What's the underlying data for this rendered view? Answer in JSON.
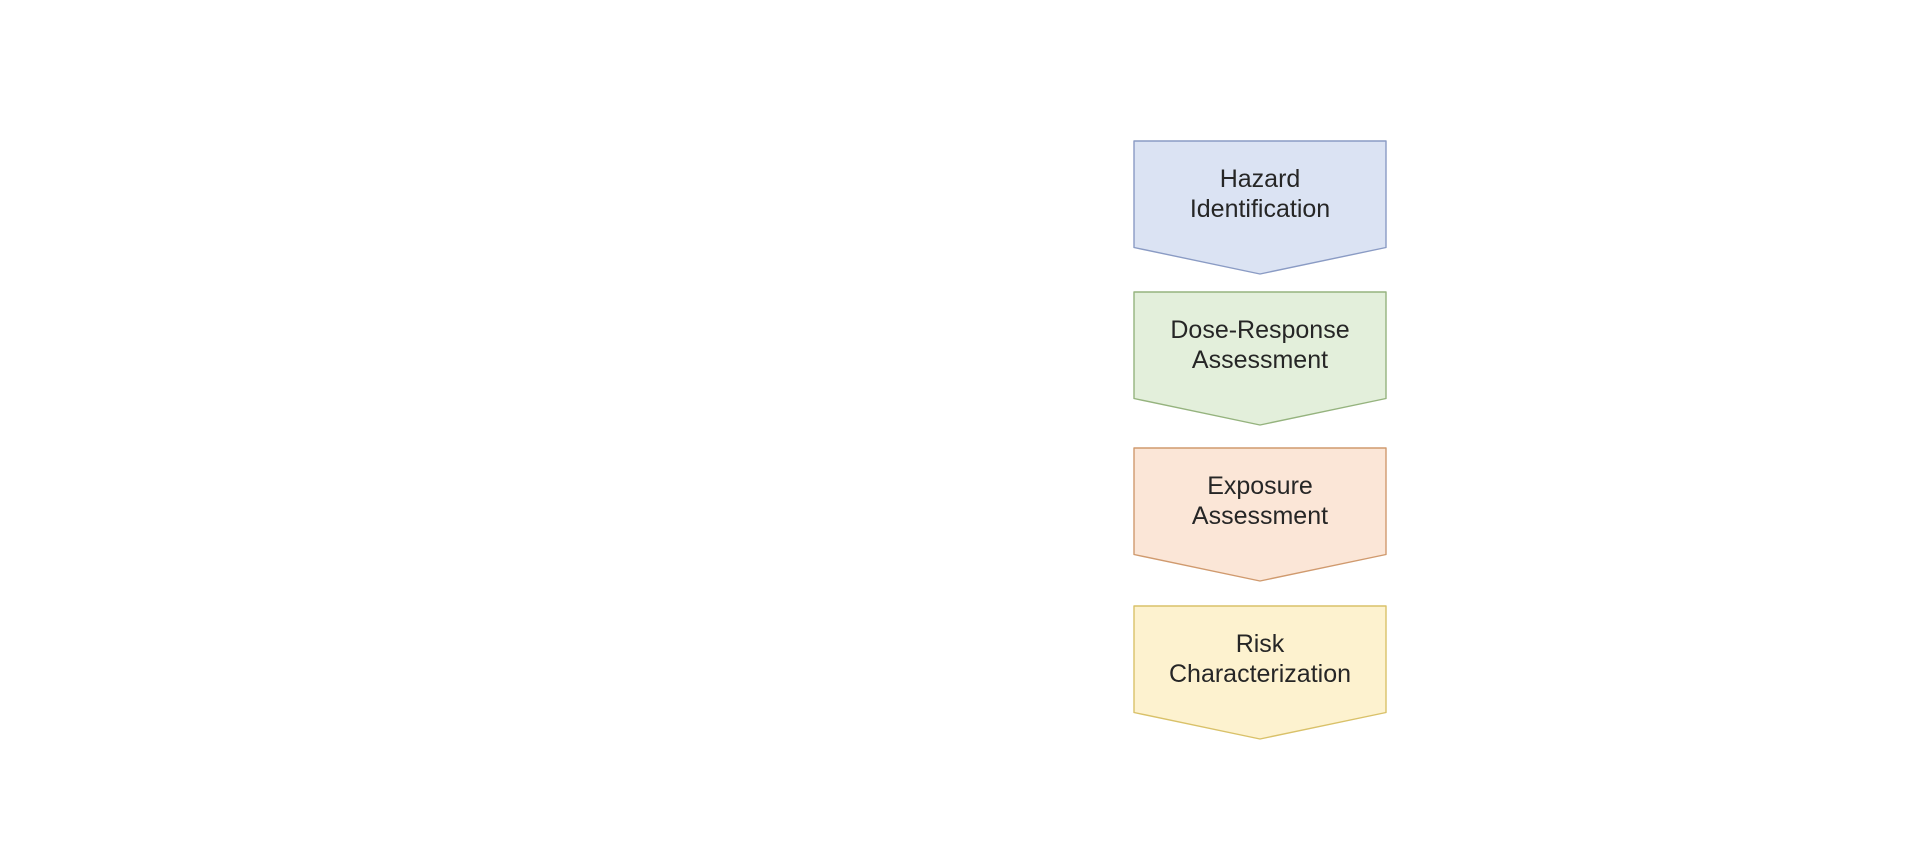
{
  "page": {
    "background_color": "#ffffff"
  },
  "diagram": {
    "kind": "vertical-process-flow",
    "shape": "downward-chevron",
    "text_color": "#262626",
    "steps": [
      {
        "label": "Hazard Identification",
        "lines": [
          "Hazard",
          "Identification"
        ],
        "fill_color": "#dbe3f3",
        "border_color": "#8a9bc4"
      },
      {
        "label": "Dose-Response Assessment",
        "lines": [
          "Dose-Response",
          "Assessment"
        ],
        "fill_color": "#e3efdb",
        "border_color": "#95b37e"
      },
      {
        "label": "Exposure Assessment",
        "lines": [
          "Exposure",
          "Assessment"
        ],
        "fill_color": "#fbe6d7",
        "border_color": "#d09a6e"
      },
      {
        "label": "Risk Characterization",
        "lines": [
          "Risk",
          "Characterization"
        ],
        "fill_color": "#fdf2cf",
        "border_color": "#d9c169"
      }
    ]
  }
}
